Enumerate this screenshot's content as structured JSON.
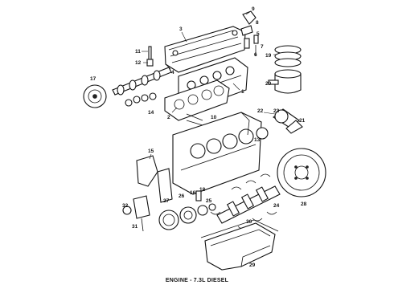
{
  "caption": "ENGINE - 7.3L DIESEL",
  "callouts": [
    "1",
    "2",
    "3",
    "4",
    "5",
    "6",
    "7",
    "8",
    "9",
    "10",
    "11",
    "12",
    "13",
    "14",
    "15",
    "16",
    "17",
    "18",
    "19",
    "20",
    "21",
    "22",
    "23",
    "24",
    "25",
    "26",
    "27",
    "28",
    "29",
    "30",
    "31",
    "32"
  ]
}
